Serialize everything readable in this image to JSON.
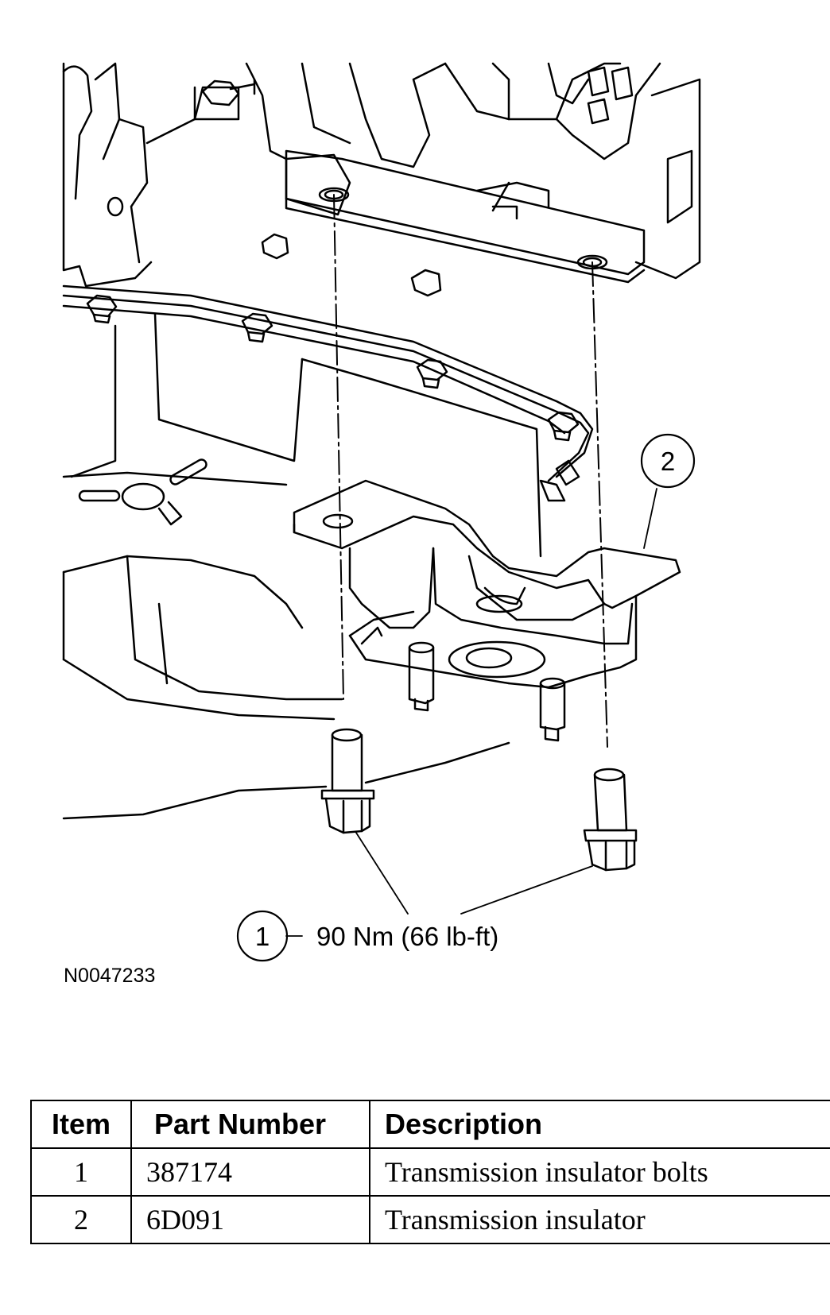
{
  "figure": {
    "callouts": [
      {
        "number": "1",
        "torque": "90 Nm (66 lb-ft)"
      },
      {
        "number": "2"
      }
    ],
    "figure_id": "N0047233"
  },
  "parts_table": {
    "headers": {
      "item": "Item",
      "part_number": "Part Number",
      "description": "Description"
    },
    "rows": [
      {
        "item": "1",
        "part_number": "387174",
        "description": "Transmission insulator bolts"
      },
      {
        "item": "2",
        "part_number": "6D091",
        "description": "Transmission insulator"
      }
    ]
  }
}
